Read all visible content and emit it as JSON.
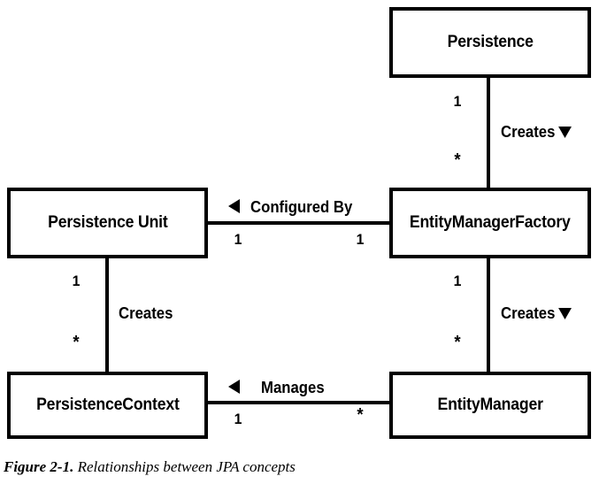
{
  "figure": {
    "caption_label": "Figure 2-1.",
    "caption_text": "Relationships between JPA concepts"
  },
  "diagram": {
    "type": "uml-class-relationship",
    "line_color": "#000000",
    "background_color": "#ffffff",
    "boxes": [
      {
        "id": "persistence",
        "label": "Persistence"
      },
      {
        "id": "persistence-unit",
        "label": "Persistence Unit"
      },
      {
        "id": "entity-manager-factory",
        "label": "EntityManagerFactory"
      },
      {
        "id": "persistence-context",
        "label": "PersistenceContext"
      },
      {
        "id": "entity-manager",
        "label": "EntityManager"
      }
    ],
    "relationships": [
      {
        "id": "persistence-creates-emf",
        "label": "Creates",
        "marker": "triangle-down",
        "from": "persistence",
        "to": "entity-manager-factory",
        "from_multiplicity": "1",
        "to_multiplicity": "*"
      },
      {
        "id": "pu-configured-by-emf",
        "label": "Configured By",
        "marker": "triangle-left",
        "from": "persistence-unit",
        "to": "entity-manager-factory",
        "from_multiplicity": "1",
        "to_multiplicity": "1"
      },
      {
        "id": "pu-creates-pc",
        "label": "Creates",
        "marker": "none",
        "from": "persistence-unit",
        "to": "persistence-context",
        "from_multiplicity": "1",
        "to_multiplicity": "*"
      },
      {
        "id": "emf-creates-em",
        "label": "Creates",
        "marker": "triangle-down",
        "from": "entity-manager-factory",
        "to": "entity-manager",
        "from_multiplicity": "1",
        "to_multiplicity": "*"
      },
      {
        "id": "pc-manages-em",
        "label": "Manages",
        "marker": "triangle-left",
        "from": "persistence-context",
        "to": "entity-manager",
        "from_multiplicity": "1",
        "to_multiplicity": "*"
      }
    ]
  }
}
